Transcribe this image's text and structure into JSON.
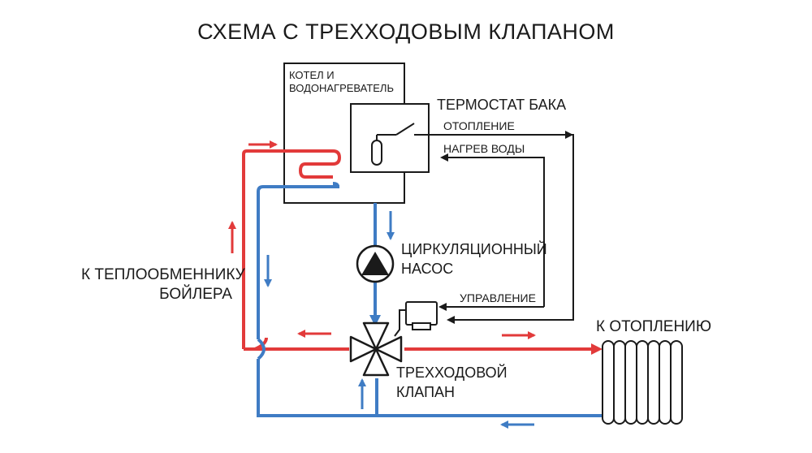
{
  "title": "СХЕМА С ТРЕХХОДОВЫМ КЛАПАНОМ",
  "colors": {
    "hot": "#e23a3a",
    "cold": "#3f7cc4",
    "outline": "#1a1a1a"
  },
  "labels": {
    "boiler_line1": "КОТЕЛ И",
    "boiler_line2": "ВОДОНАГРЕВАТЕЛЬ",
    "thermostat": "ТЕРМОСТАТ БАКА",
    "heating": "ОТОПЛЕНИЕ",
    "water_heating": "НАГРЕВ ВОДЫ",
    "pump_line1": "ЦИРКУЛЯЦИОННЫЙ",
    "pump_line2": "НАСОС",
    "control": "УПРАВЛЕНИЕ",
    "exchanger_line1": "К ТЕПЛООБМЕННИКУ",
    "exchanger_line2": "БОЙЛЕРА",
    "to_heating": "К ОТОПЛЕНИЮ",
    "valve_line1": "ТРЕХХОДОВОЙ",
    "valve_line2": "КЛАПАН"
  },
  "icons": [
    "circulation-pump-icon",
    "three-way-valve-icon",
    "valve-actuator-icon",
    "radiator-icon",
    "thermostat-switch-icon",
    "heat-exchanger-coil-icon",
    "flow-arrow-icon"
  ]
}
